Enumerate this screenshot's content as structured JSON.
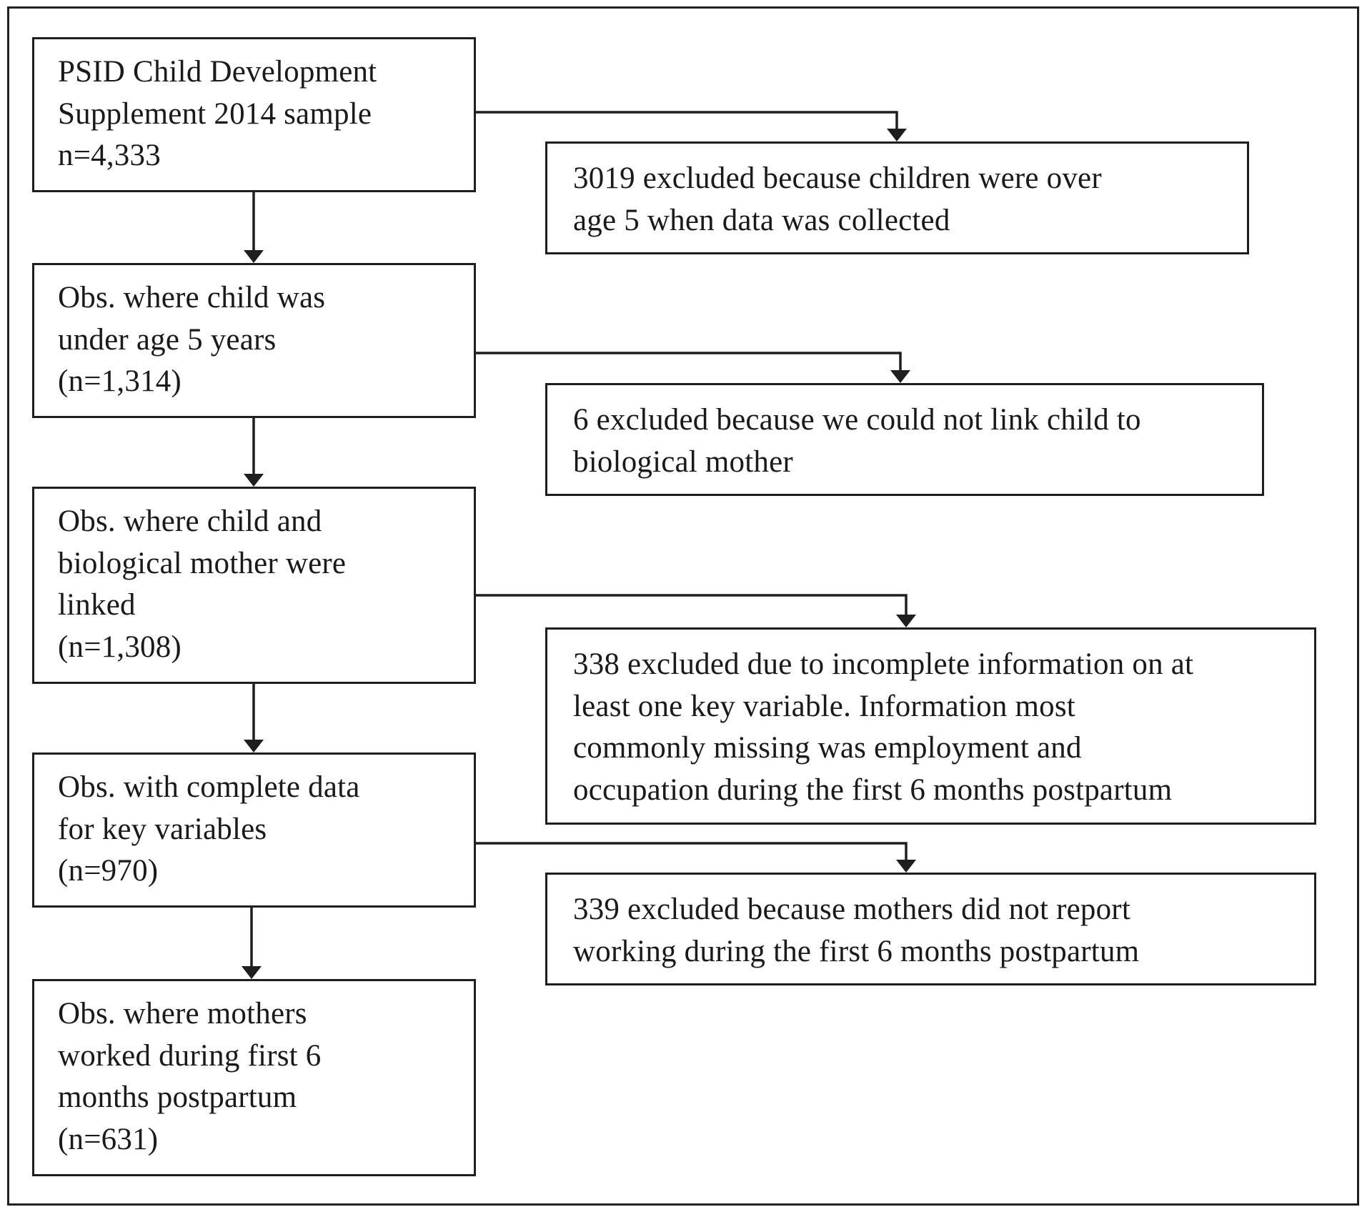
{
  "diagram": {
    "main_steps": [
      {
        "id": "psid-sample",
        "lines": [
          "PSID Child Development",
          "Supplement 2014 sample",
          "n=4,333"
        ]
      },
      {
        "id": "under-age-5",
        "lines": [
          "Obs. where child was",
          "under age 5 years",
          "(n=1,314)"
        ]
      },
      {
        "id": "mother-linked",
        "lines": [
          "Obs. where child and",
          "biological mother were",
          "linked",
          "(n=1,308)"
        ]
      },
      {
        "id": "complete-data",
        "lines": [
          "Obs. with complete data",
          "for key variables",
          "(n=970)"
        ]
      },
      {
        "id": "mothers-worked",
        "lines": [
          "Obs. where mothers",
          "worked during first 6",
          "months postpartum",
          "(n=631)"
        ]
      }
    ],
    "exclusions": [
      {
        "id": "excl-over-age-5",
        "lines": [
          "3019 excluded because children were over",
          "age 5 when data was collected"
        ]
      },
      {
        "id": "excl-no-link",
        "lines": [
          "6 excluded because we could not link child to",
          "biological mother"
        ]
      },
      {
        "id": "excl-incomplete",
        "lines": [
          "338 excluded due to incomplete information on at",
          "least one key variable. Information most",
          "commonly missing was employment and",
          "occupation during the first 6 months postpartum"
        ]
      },
      {
        "id": "excl-not-working",
        "lines": [
          "339 excluded because mothers did not report",
          "working during the first 6 months postpartum"
        ]
      }
    ]
  }
}
